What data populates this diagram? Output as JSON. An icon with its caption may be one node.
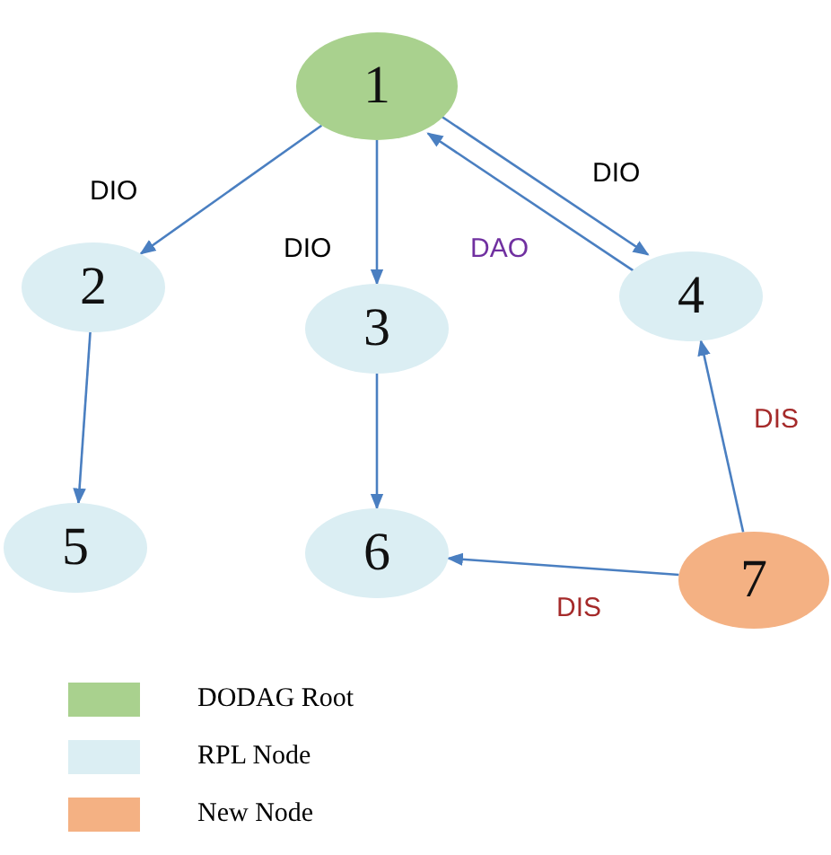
{
  "diagram": {
    "nodes": [
      {
        "text": [
          "1"
        ]
      },
      {
        "text": [
          "2"
        ]
      },
      {
        "text": [
          "3"
        ]
      },
      {
        "text": [
          "4"
        ]
      },
      {
        "text": [
          "5"
        ]
      },
      {
        "text": [
          "6"
        ]
      },
      {
        "text": [
          "7"
        ]
      }
    ],
    "edges": [
      {
        "from": 0,
        "to": 1,
        "arrow": "to",
        "label": "DIO"
      },
      {
        "from": 0,
        "to": 2,
        "arrow": "to",
        "label": "DIO"
      },
      {
        "from": 0,
        "to": 3,
        "arrow": "to",
        "label": "DIO"
      },
      {
        "from": 3,
        "to": 0,
        "arrow": "to",
        "label": "DAO"
      },
      {
        "from": 1,
        "to": 4,
        "arrow": "to"
      },
      {
        "from": 2,
        "to": 5,
        "arrow": "to"
      },
      {
        "from": 6,
        "to": 3,
        "arrow": "to",
        "label": "DIS"
      },
      {
        "from": 6,
        "to": 5,
        "arrow": "to",
        "label": "DIS"
      }
    ],
    "legend": [
      {
        "text": "DODAG Root",
        "color": "#a9d18e"
      },
      {
        "text": "RPL Node",
        "color": "#dbeef3"
      },
      {
        "text": "New Node",
        "color": "#f4b183"
      }
    ]
  }
}
